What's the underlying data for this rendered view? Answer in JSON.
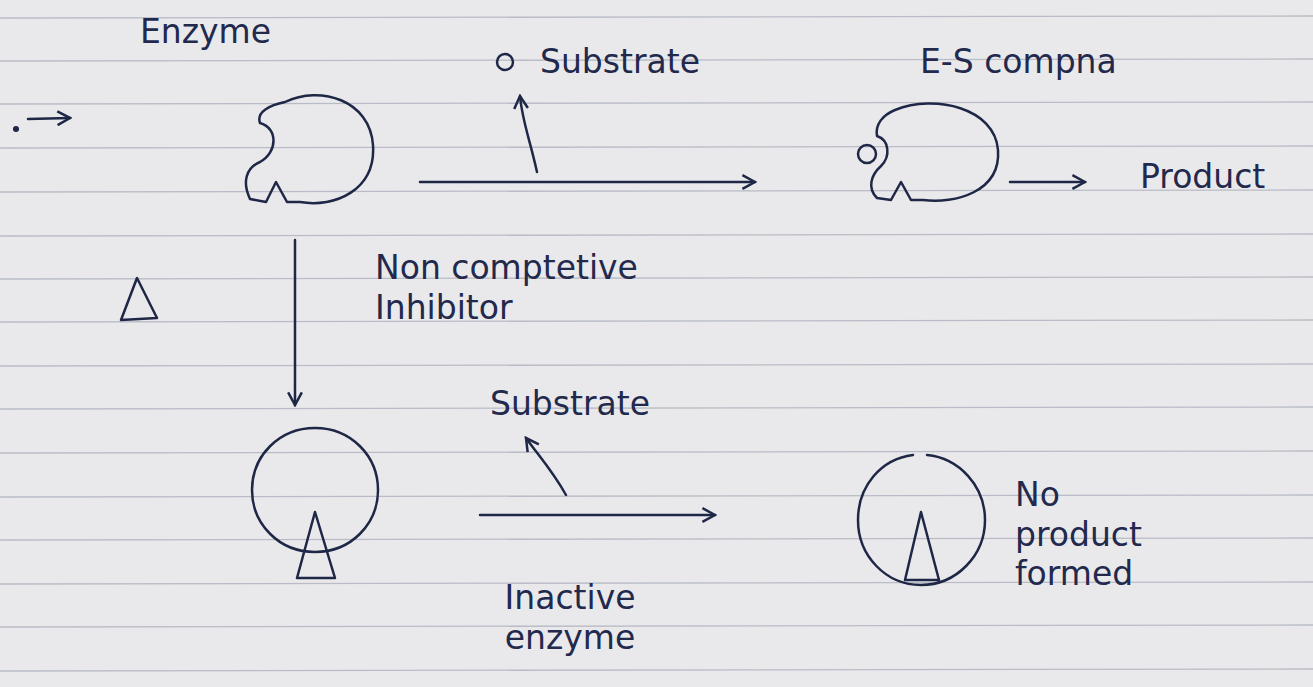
{
  "diagram": {
    "nodes": [
      {
        "text": [
          "Enzyme"
        ]
      },
      {
        "text": [
          "E-S compna"
        ]
      },
      {
        "text": [
          "Inactive enzyme"
        ]
      },
      {
        "text": [
          "No product formed"
        ]
      }
    ],
    "edges": [
      {
        "from": 0,
        "to": 1,
        "arrow": "to",
        "label": "Substrate"
      },
      {
        "from": 0,
        "to": 2,
        "arrow": "to",
        "label": "Non comptetive Inhibitor"
      },
      {
        "from": 2,
        "to": 3,
        "arrow": "to",
        "label": "Substrate"
      }
    ],
    "labels": [
      "Product"
    ]
  }
}
